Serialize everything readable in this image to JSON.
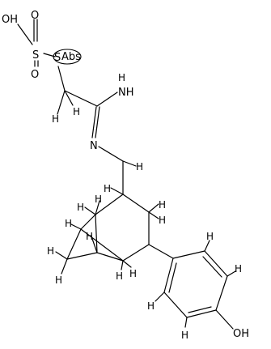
{
  "labels": {
    "oh_top": "OH",
    "s_sulfonyl": "S",
    "o_upper": "O",
    "o_lower": "O",
    "s_abs": "S",
    "abs_tag": "Abs",
    "nh": "NH",
    "nh_h": "H",
    "n_imine": "N",
    "oh_bottom": "OH",
    "h": "H"
  }
}
